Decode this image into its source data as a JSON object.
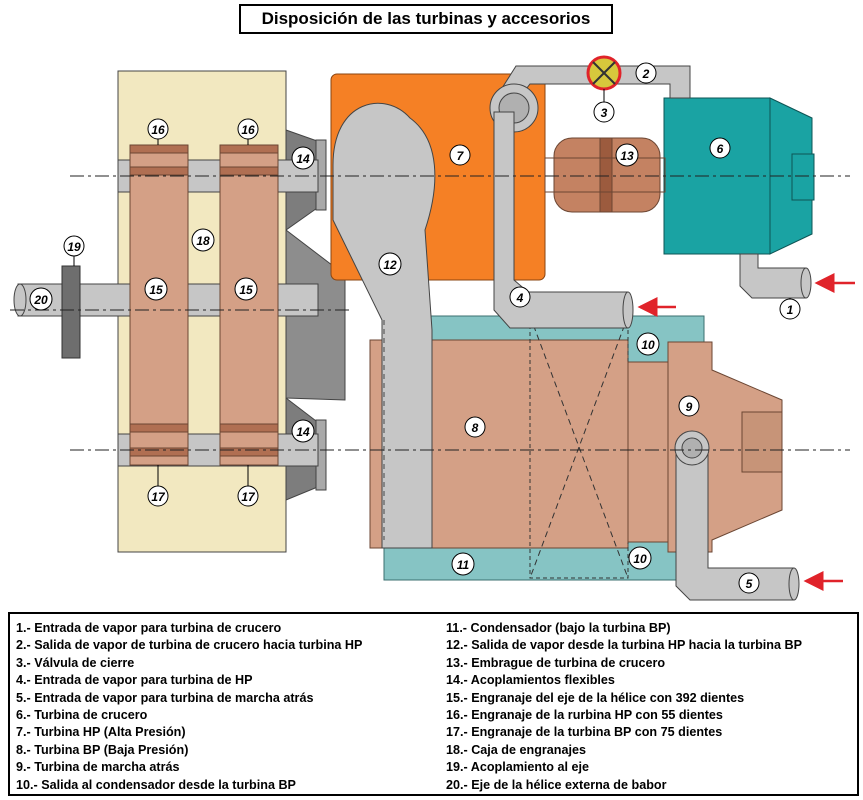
{
  "title": "Disposición de las turbinas y accesorios",
  "colors": {
    "gearbox_bg": "#f2e8c0",
    "gear": "#d4a086",
    "pipe": "#c6c6c6",
    "hp_turbine": "#f58025",
    "cruise_turbine": "#1aa3a3",
    "condenser": "#86c4c4",
    "coupling": "#7a7a7a",
    "arrow": "#e0232a",
    "valve": "#e0232a"
  },
  "callouts": {
    "c1": "1",
    "c2": "2",
    "c3": "3",
    "c4": "4",
    "c5": "5",
    "c6": "6",
    "c7": "7",
    "c8": "8",
    "c9": "9",
    "c10a": "10",
    "c10b": "10",
    "c11": "11",
    "c12": "12",
    "c13": "13",
    "c14a": "14",
    "c14b": "14",
    "c15a": "15",
    "c15b": "15",
    "c16a": "16",
    "c16b": "16",
    "c17a": "17",
    "c17b": "17",
    "c18": "18",
    "c19": "19",
    "c20": "20"
  },
  "legend": {
    "left": [
      "1.- Entrada de vapor para turbina de crucero",
      "2.- Salida de vapor de turbina de crucero hacia turbina HP",
      "3.- Válvula de cierre",
      "4.- Entrada de vapor para turbina de HP",
      "5.- Entrada de vapor para turbina de marcha atrás",
      "6.- Turbina de crucero",
      "7.- Turbina HP (Alta Presión)",
      "8.- Turbina BP (Baja Presión)",
      "9.- Turbina de marcha atrás",
      "10.- Salida al condensador desde la turbina BP"
    ],
    "right": [
      "11.- Condensador (bajo la turbina BP)",
      "12.- Salida de vapor desde la turbina HP hacia la turbina BP",
      "13.- Embrague de turbina de crucero",
      "14.- Acoplamientos flexibles",
      "15.- Engranaje del eje de la hélice con 392 dientes",
      "16.- Engranaje de la rurbina HP con 55 dientes",
      "17.- Engranaje de la turbina BP con 75 dientes",
      "18.- Caja de engranajes",
      "19.- Acoplamiento al eje",
      "20.- Eje de la hélice externa de babor"
    ]
  }
}
